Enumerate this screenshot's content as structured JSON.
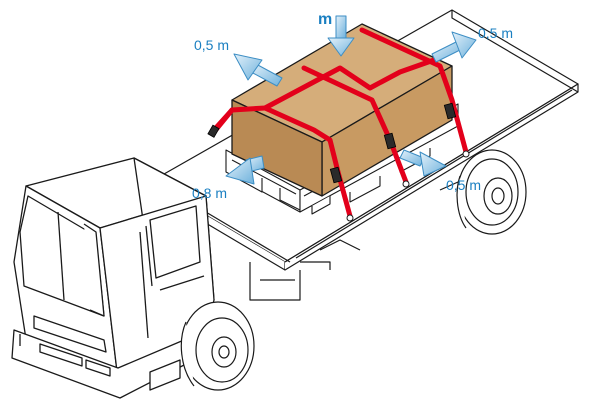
{
  "labels": {
    "top_force": "m",
    "left_back": "0,5 m",
    "right_top": "0,5 m",
    "left_front": "0,8 m",
    "right_side": "0,5 m"
  },
  "colors": {
    "strap": "#e3001b",
    "cargo_top": "#d5ad7a",
    "cargo_front": "#b98a54",
    "cargo_side": "#c89a62",
    "arrow": "#5aa7d6",
    "arrow_light": "#cfe6f4",
    "label": "#1a7fc1",
    "line": "#1a1a1a"
  }
}
